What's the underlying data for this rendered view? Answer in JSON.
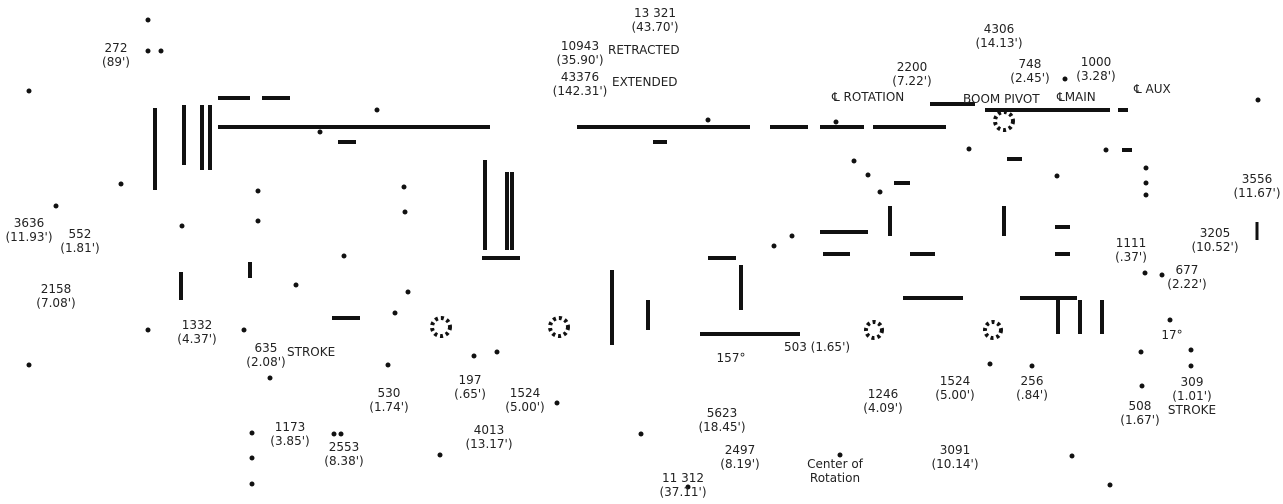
{
  "labels": {
    "len_top": {
      "mm": "13 321",
      "ft": "(43.70')"
    },
    "retracted": {
      "mm": "10943",
      "ft": "(35.90')",
      "word": "RETRACTED"
    },
    "extended": {
      "mm": "43376",
      "ft": "(142.31')",
      "word": "EXTENDED"
    },
    "d272": {
      "mm": "272",
      "ft": "(89')"
    },
    "d4306": {
      "mm": "4306",
      "ft": "(14.13')"
    },
    "d2200": {
      "mm": "2200",
      "ft": "(7.22')"
    },
    "d748": {
      "mm": "748",
      "ft": "(2.45')"
    },
    "d1000": {
      "mm": "1000",
      "ft": "(3.28')"
    },
    "rotation": "℄ ROTATION",
    "boom_pivot": "BOOM PIVOT",
    "cl_main": "℄MAIN",
    "cl_aux": "℄ AUX",
    "d3556": {
      "mm": "3556",
      "ft": "(11.67')"
    },
    "d3636": {
      "mm": "3636",
      "ft": "(11.93')"
    },
    "d552": {
      "mm": "552",
      "ft": "(1.81')"
    },
    "d3205": {
      "mm": "3205",
      "ft": "(10.52')"
    },
    "d1111": {
      "mm": "1111",
      "ft": "(.37')"
    },
    "d2158": {
      "mm": "2158",
      "ft": "(7.08')"
    },
    "d677": {
      "mm": "677",
      "ft": "(2.22')"
    },
    "d1332": {
      "mm": "1332",
      "ft": "(4.37')"
    },
    "d635": {
      "mm": "635",
      "ft": "(2.08')",
      "word": "STROKE"
    },
    "ang157": "157°",
    "d503": "503 (1.65')",
    "ang17": "17°",
    "d530": {
      "mm": "530",
      "ft": "(1.74')"
    },
    "d197": {
      "mm": "197",
      "ft": "(.65')"
    },
    "d1524a": {
      "mm": "1524",
      "ft": "(5.00')"
    },
    "d1246": {
      "mm": "1246",
      "ft": "(4.09')"
    },
    "d1524b": {
      "mm": "1524",
      "ft": "(5.00')"
    },
    "d256": {
      "mm": "256",
      "ft": "(.84')"
    },
    "d309": {
      "mm": "309",
      "ft": "(1.01')",
      "word": "STROKE"
    },
    "d508": {
      "mm": "508",
      "ft": "(1.67')"
    },
    "d4013": {
      "mm": "4013",
      "ft": "(13.17')"
    },
    "d5623": {
      "mm": "5623",
      "ft": "(18.45')"
    },
    "d1173": {
      "mm": "1173",
      "ft": "(3.85')"
    },
    "d2553": {
      "mm": "2553",
      "ft": "(8.38')"
    },
    "d2497": {
      "mm": "2497",
      "ft": "(8.19')"
    },
    "center_rotation": {
      "line1": "Center of",
      "line2": "Rotation"
    },
    "d3091": {
      "mm": "3091",
      "ft": "(10.14')"
    },
    "d11312": {
      "mm": "11 312",
      "ft": "(37.11')"
    }
  }
}
